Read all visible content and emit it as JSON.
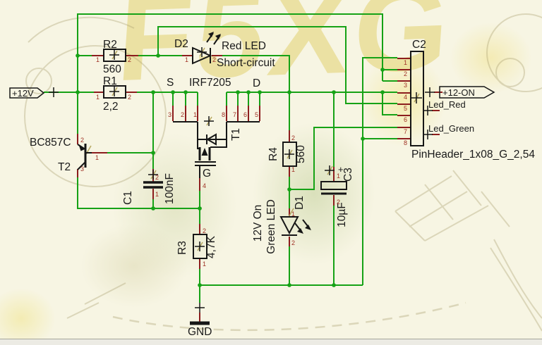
{
  "schematic": {
    "power_input": {
      "label": "+12V"
    },
    "components": {
      "r1": {
        "name": "R1",
        "value": "2,2",
        "pins": [
          "1",
          "2"
        ]
      },
      "r2": {
        "name": "R2",
        "value": "560",
        "pins": [
          "1",
          "2"
        ]
      },
      "r3": {
        "name": "R3",
        "value": "4,7K",
        "pins": [
          "2",
          "1"
        ]
      },
      "r4": {
        "name": "R4",
        "value": "560",
        "pins": [
          "2",
          "1"
        ]
      },
      "c1": {
        "name": "C1",
        "value": "100nF",
        "pins": [
          "2",
          "1"
        ]
      },
      "c3": {
        "name": "C3",
        "value": "10µF",
        "polarity": "+",
        "pins": [
          "1",
          "2"
        ]
      },
      "c2": {
        "name": "C2",
        "footprint": "PinHeader_1x08_G_2,54",
        "pins": [
          "1",
          "2",
          "3",
          "4",
          "5",
          "6",
          "7",
          "8"
        ]
      },
      "d1": {
        "name": "D1",
        "desc_line1": "12V On",
        "desc_line2": "Green LED",
        "pins": [
          "1",
          "2"
        ]
      },
      "d2": {
        "name": "D2",
        "desc_line1": "Red LED",
        "desc_line2": "Short-circuit",
        "pins": [
          "1",
          "2"
        ]
      },
      "t1": {
        "name": "T1",
        "part": "IRF7205",
        "source_label": "S",
        "drain_label": "D",
        "gate_label": "G",
        "source_pins": [
          "3",
          "2",
          "1"
        ],
        "drain_pins": [
          "8",
          "7",
          "6",
          "5"
        ],
        "gate_pin": "4"
      },
      "t2": {
        "name": "T2",
        "part": "BC857C",
        "pins": {
          "emitter": "2",
          "base": "1",
          "collector": "3"
        }
      }
    },
    "nets": {
      "out": "+12-ON",
      "led_red": "Led_Red",
      "led_green": "Led_Green",
      "gnd": "GND"
    },
    "colors": {
      "wire": "#16a216",
      "pin_stub": "#8c1d1d",
      "pin_number": "#a03226",
      "outline": "#161616",
      "background": "#f7f5e3"
    },
    "watermark": {
      "text": "F5XG"
    }
  }
}
